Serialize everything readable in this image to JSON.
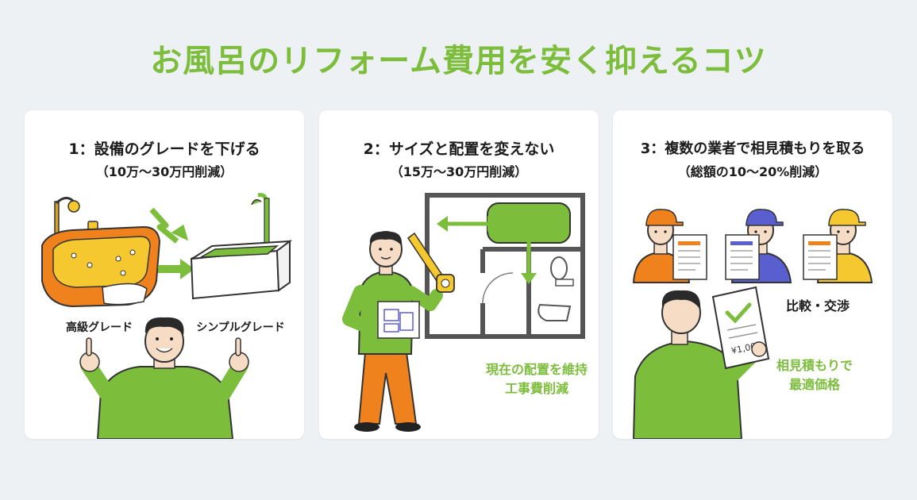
{
  "title": "お風呂のリフォーム費用を安く抑えるコツ",
  "colors": {
    "accent": "#7cbd3c",
    "orange": "#f0821e",
    "blue": "#5a5fd0",
    "yellow": "#f5c830",
    "skin": "#f6dcc4"
  },
  "cards": [
    {
      "heading": "1：設備のグレードを下げる",
      "sub": "（10万〜30万円削減）",
      "label_left": "高級グレード",
      "label_right": "シンプルグレード",
      "icons": [
        "luxury-bathtub-icon",
        "simple-bathtub-icon",
        "arrow-icon",
        "man-pointing-icon"
      ]
    },
    {
      "heading": "2：サイズと配置を変えない",
      "sub": "（15万〜30万円削減）",
      "note_line1": "現在の配置を維持",
      "note_line2": "工事費削減",
      "icons": [
        "floor-plan-icon",
        "man-measuring-icon",
        "tape-measure-icon"
      ]
    },
    {
      "heading": "3：複数の業者で相見積もりを取る",
      "sub": "（総額の10〜20%削減）",
      "compare_label": "比較・交渉",
      "price_text": "¥1,000",
      "note_line1": "相見積もりで",
      "note_line2": "最適価格",
      "icons": [
        "contractor-icon",
        "quote-document-icon",
        "checkmark-icon",
        "man-holding-quote-icon"
      ]
    }
  ]
}
